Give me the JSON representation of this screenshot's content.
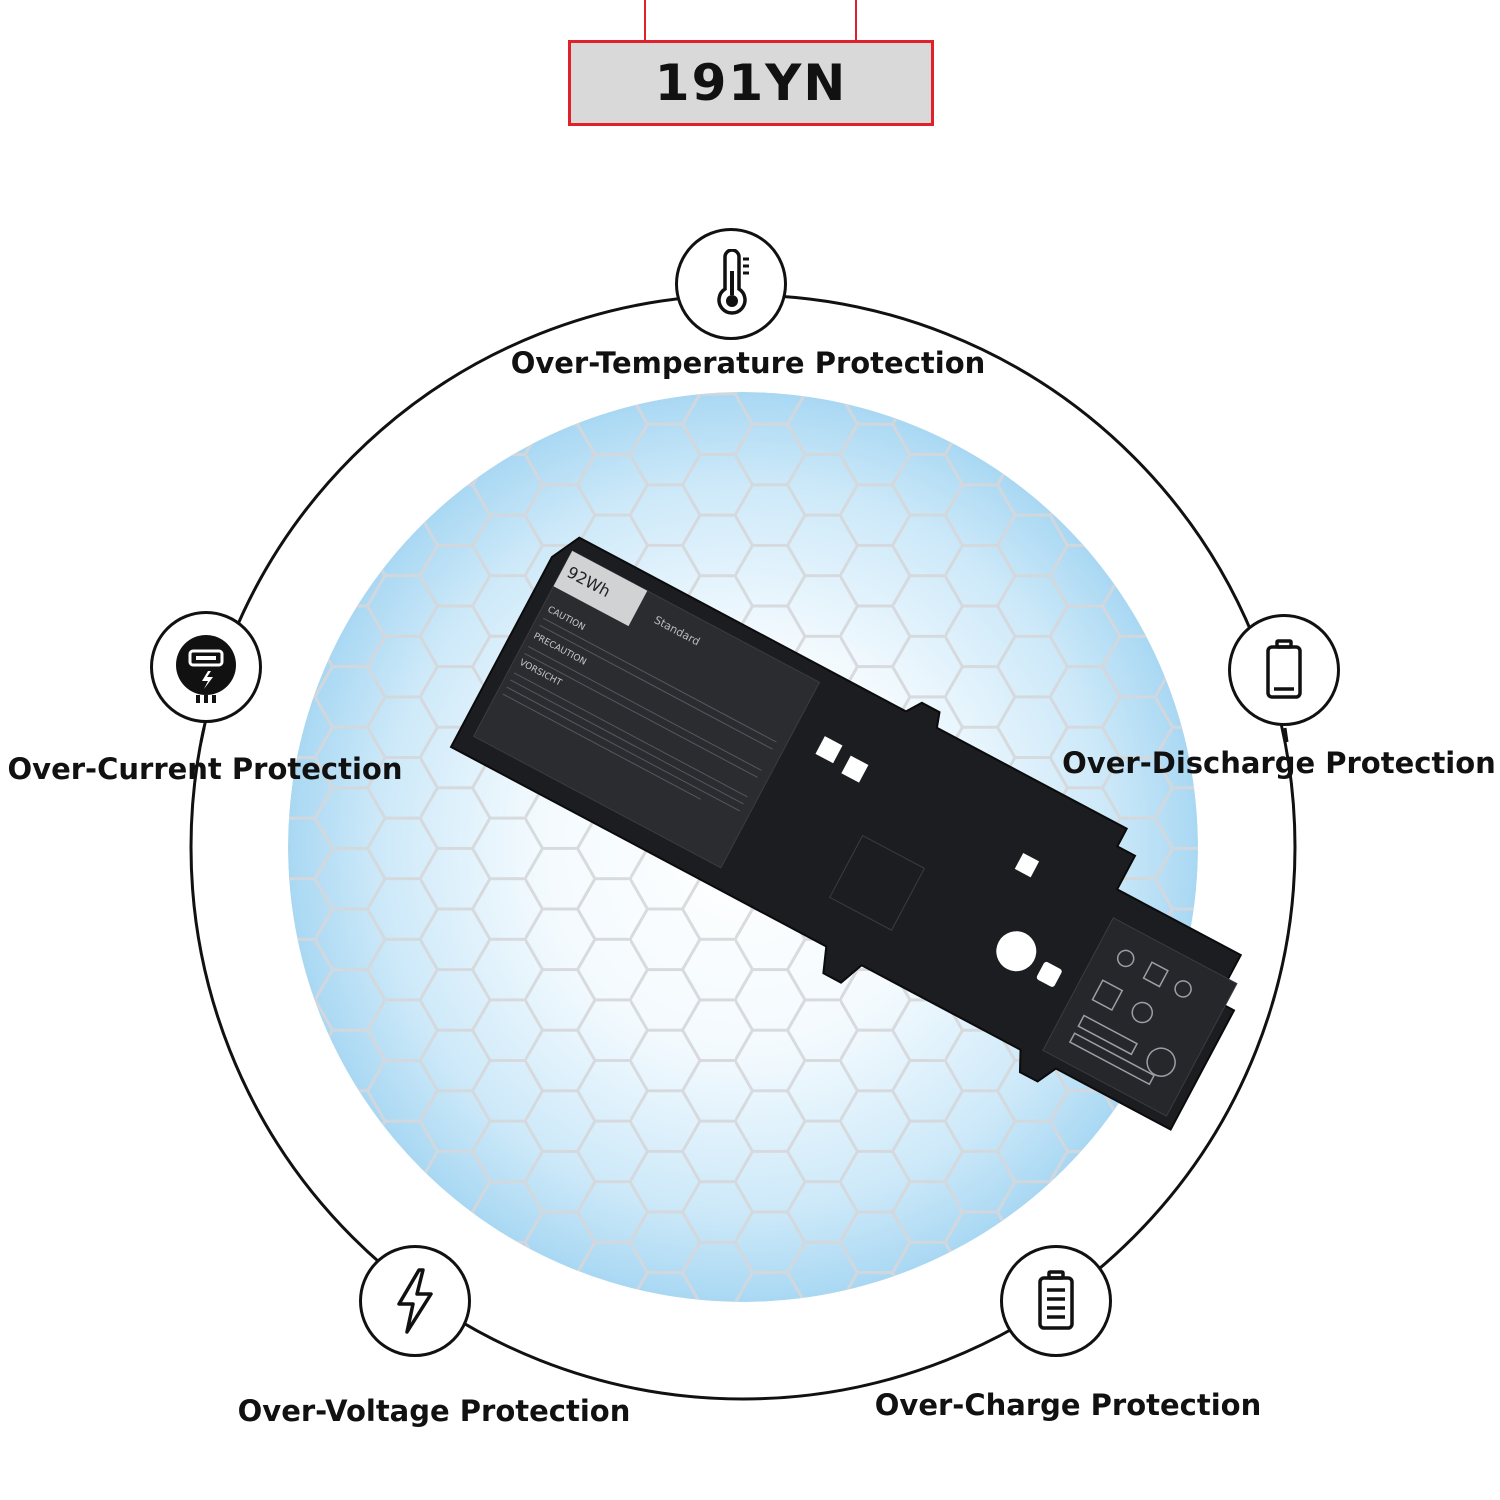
{
  "model": "191YN",
  "features": [
    {
      "label": "Over-Temperature Protection",
      "icon": "thermometer-icon"
    },
    {
      "label": "Over-Current Protection",
      "icon": "current-meter-icon"
    },
    {
      "label": "Over-Discharge Protection",
      "icon": "empty-battery-icon"
    },
    {
      "label": "Over-Voltage Protection",
      "icon": "lightning-bolt-icon"
    },
    {
      "label": "Over-Charge Protection",
      "icon": "full-battery-icon"
    }
  ],
  "battery_label": {
    "capacity": "92Wh",
    "brand_text": "Standard",
    "caution_heading": "CAUTION",
    "precaution_heading": "PRECAUTION",
    "warning_heading": "VORSICHT"
  },
  "colors": {
    "accent_red": "#e0202a",
    "model_box_fill": "#d9d9d9",
    "hex_glow": "#bfe3f7",
    "battery_body": "#1c1d20"
  }
}
